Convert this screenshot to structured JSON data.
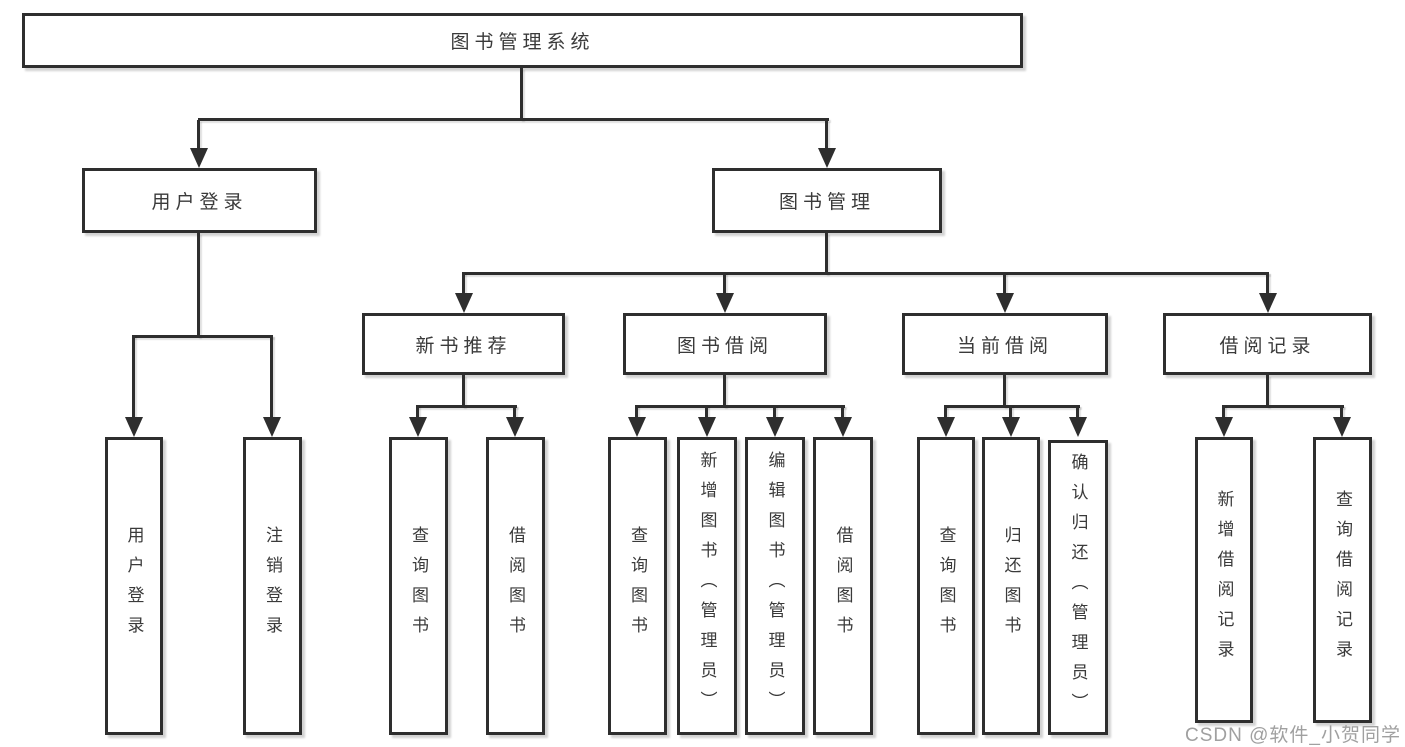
{
  "colors": {
    "line": "#2e2e2e",
    "text": "#3a3a3a",
    "box_fill": "#ffffff",
    "watermark": "#a0a0a0",
    "background": "#ffffff"
  },
  "watermark": "CSDN @软件_小贺同学",
  "tree": {
    "root": {
      "label": "图书管理系统",
      "children": [
        {
          "label": "用户登录",
          "children": [
            {
              "label": "用户登录"
            },
            {
              "label": "注销登录"
            }
          ]
        },
        {
          "label": "图书管理",
          "children": [
            {
              "label": "新书推荐",
              "children": [
                {
                  "label": "查询图书"
                },
                {
                  "label": "借阅图书"
                }
              ]
            },
            {
              "label": "图书借阅",
              "children": [
                {
                  "label": "查询图书"
                },
                {
                  "label": "新增图书（管理员）"
                },
                {
                  "label": "编辑图书（管理员）"
                },
                {
                  "label": "借阅图书"
                }
              ]
            },
            {
              "label": "当前借阅",
              "children": [
                {
                  "label": "查询图书"
                },
                {
                  "label": "归还图书"
                },
                {
                  "label": "确认归还（管理员）"
                }
              ]
            },
            {
              "label": "借阅记录",
              "children": [
                {
                  "label": "新增借阅记录"
                },
                {
                  "label": "查询借阅记录"
                }
              ]
            }
          ]
        }
      ]
    }
  }
}
